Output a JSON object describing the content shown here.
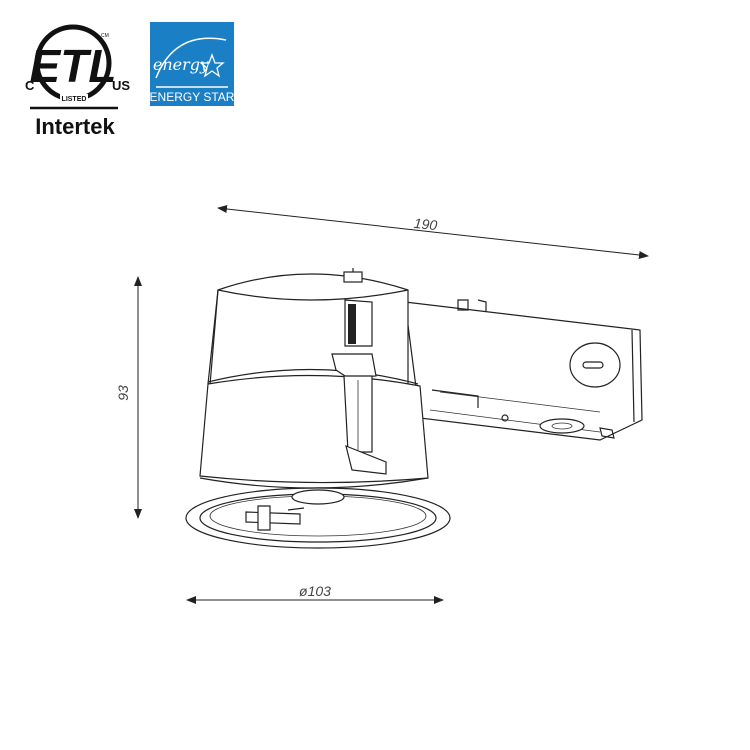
{
  "certifications": {
    "etl": {
      "mark": "ETL",
      "left": "C",
      "right": "US",
      "small_top": "CM",
      "small_bottom": "LISTED",
      "company": "Intertek"
    },
    "energy_star": {
      "script": "energy",
      "label": "ENERGY STAR",
      "color": "#1a7fc4"
    }
  },
  "dimensions": {
    "length": "190",
    "height": "93",
    "diameter": "ø103"
  },
  "colors": {
    "line": "#222222",
    "dimension_text": "#444444"
  }
}
